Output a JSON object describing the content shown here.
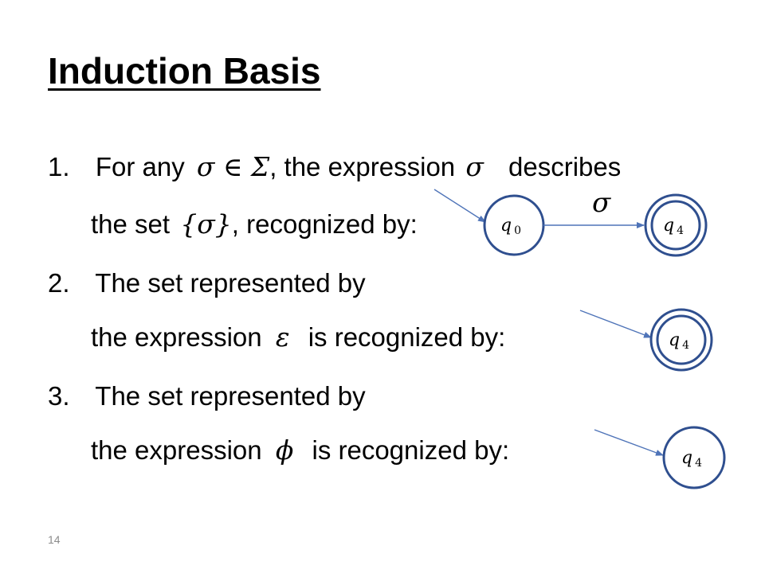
{
  "slide": {
    "title": "Induction Basis",
    "page_number": "14",
    "items": [
      {
        "number": "1.",
        "line1_prefix": "For any",
        "line1_symbol": "σ ∈ Σ",
        "line1_mid": ", the expression",
        "line1_symbol2": "σ",
        "line1_suffix": "describes",
        "line2_prefix": "the set",
        "line2_symbol": "{σ}",
        "line2_suffix": ", recognized by:"
      },
      {
        "number": "2.",
        "line1": "The set represented by",
        "line2_prefix": "the expression",
        "line2_symbol": "ε",
        "line2_suffix": "is recognized by:"
      },
      {
        "number": "3.",
        "line1": "The set represented by",
        "line2_prefix": "the expression",
        "line2_symbol": "ϕ",
        "line2_suffix": "is recognized by:"
      }
    ]
  },
  "diagrams": {
    "d1": {
      "start_state": "q",
      "start_sub": "0",
      "final_state": "q",
      "final_sub": "4",
      "transition_label": "σ"
    },
    "d2": {
      "state": "q",
      "sub": "4"
    },
    "d3": {
      "state": "q",
      "sub": "4"
    }
  },
  "colors": {
    "state_stroke": "#2f4f8f",
    "arrow": "#4f74b8",
    "page_number": "#8c8c8c"
  }
}
